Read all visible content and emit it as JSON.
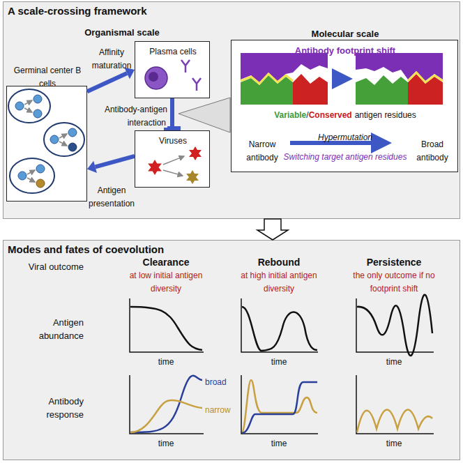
{
  "diagram": {
    "nodes": [
      {
        "text": [
          "A scale-crossing framework"
        ]
      },
      {
        "text": [
          "Germinal center B cells"
        ],
        "in": 0
      },
      {
        "text": [
          "Plasma cells"
        ],
        "in": 0
      },
      {
        "text": [
          "Viruses"
        ],
        "in": 0
      },
      {
        "text": [
          "Molecular scale",
          "Antibody footprint shift",
          "Variable",
          "/",
          "Conserved",
          "antigen residues",
          "Narrow antibody",
          "Hypermutation",
          "Broad antibody",
          "Switching target antigen residues"
        ],
        "in": 0
      },
      {
        "text": [
          "Modes and fates of coevolution"
        ]
      }
    ],
    "edges": [
      {
        "from": 1,
        "to": 2,
        "arrow": "to",
        "label": "Affinity maturation"
      },
      {
        "from": 2,
        "to": 3,
        "arrow": "to",
        "label": "Antibody-antigen interaction"
      },
      {
        "from": 3,
        "to": 1,
        "arrow": "to",
        "label": "Antigen presentation"
      },
      {
        "from": 0,
        "to": 5,
        "arrow": "to"
      }
    ],
    "labels": [
      "Organismal scale",
      "Viral outcome",
      "Clearance",
      "at low initial antigen diversity",
      "Rebound",
      "at high initial antigen diversity",
      "Persistence",
      "the only outcome if no footprint shift",
      "Antigen abundance",
      "time",
      "time",
      "time",
      "Antibody response",
      "broad",
      "narrow",
      "time",
      "time",
      "time"
    ]
  }
}
